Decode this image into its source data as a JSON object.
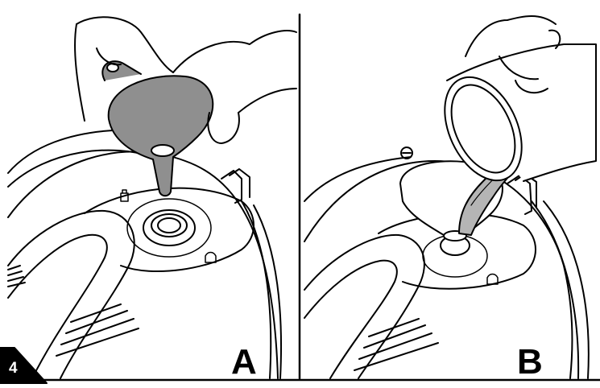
{
  "step_number": "4",
  "panels": [
    {
      "label": "A"
    },
    {
      "label": "B"
    }
  ],
  "colors": {
    "line": "#000000",
    "funnel_fill": "#8f8f8f",
    "water_fill": "#b5b5b5",
    "background": "#ffffff"
  }
}
